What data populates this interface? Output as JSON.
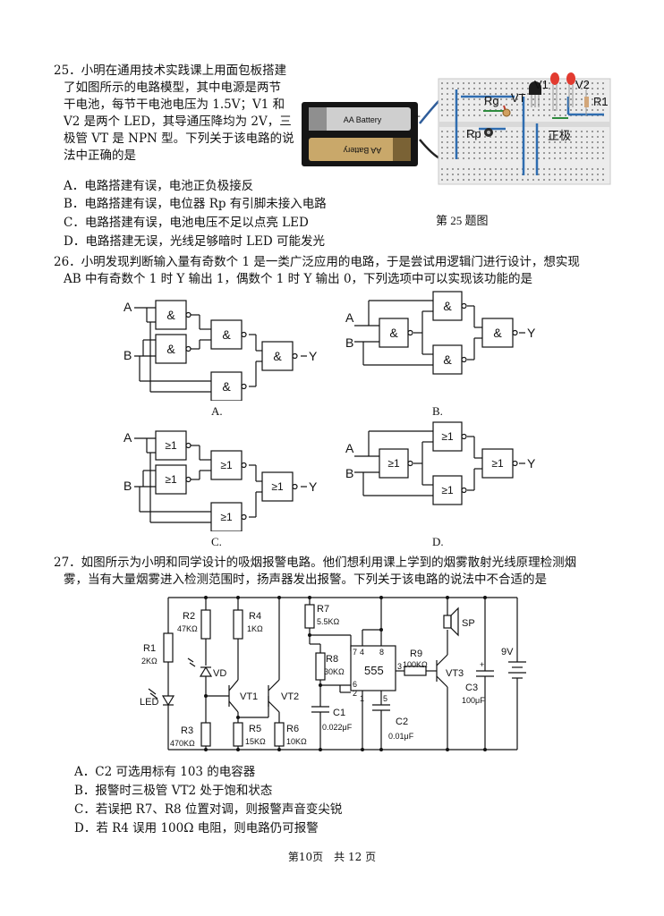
{
  "q25": {
    "lines": [
      "25．小明在通用技术实践课上用面包板搭建",
      "了如图所示的电路模型，其中电源是两节",
      "干电池，每节干电池电压为 1.5V；V1 和",
      "V2 是两个 LED，其导通压降均为 2V，三",
      "极管 VT 是 NPN 型。下列关于该电路的说",
      "法中正确的是"
    ],
    "options": [
      "A．电路搭建有误，电池正负极接反",
      "B．电路搭建有误，电位器 Rp 有引脚未接入电路",
      "C．电路搭建有误，电池电压不足以点亮 LED",
      "D．电路搭建无误，光线足够暗时 LED 可能发光"
    ],
    "figure_caption": "第 25 题图",
    "figure_labels": {
      "battery1": "AA Battery",
      "battery2": "AA Battery",
      "plus": "+",
      "minus": "-",
      "v1": "V1",
      "v2": "V2",
      "vt": "VT",
      "rg": "Rg",
      "r1": "R1",
      "rp": "Rp",
      "pole": "正极"
    }
  },
  "q26": {
    "lines": [
      "26．小明发现判断输入量有奇数个 1 是一类广泛应用的电路，于是尝试用逻辑门进行设计，想实现",
      "AB 中有奇数个 1 时 Y 输出 1，偶数个 1 时 Y 输出 0，下列选项中可以实现该功能的是"
    ],
    "gate_and": "&",
    "gate_or": "≥1",
    "input_a": "A",
    "input_b": "B",
    "output_y": "Y",
    "option_labels": [
      "A.",
      "B.",
      "C.",
      "D."
    ]
  },
  "q27": {
    "lines": [
      "27．如图所示为小明和同学设计的吸烟报警电路。他们想利用课上学到的烟雾散射光线原理检测烟",
      "雾，当有大量烟雾进入检测范围时，扬声器发出报警。下列关于该电路的说法中不合适的是"
    ],
    "labels": {
      "r1": "R1",
      "r1v": "2KΩ",
      "r2": "R2",
      "r2v": "47KΩ",
      "r3": "R3",
      "r3v": "470KΩ",
      "r4": "R4",
      "r4v": "1KΩ",
      "r5": "R5",
      "r5v": "15KΩ",
      "r6": "R6",
      "r6v": "10KΩ",
      "r7": "R7",
      "r7v": "5.5KΩ",
      "r8": "R8",
      "r8v": "30KΩ",
      "r9": "R9",
      "r9v": "100KΩ",
      "c1": "C1",
      "c1v": "0.022μF",
      "c2": "C2",
      "c2v": "0.01μF",
      "c3": "C3",
      "c3v": "100μF",
      "vd": "VD",
      "led": "LED",
      "vt1": "VT1",
      "vt2": "VT2",
      "vt3": "VT3",
      "sp": "SP",
      "ic": "555",
      "bat": "9V",
      "p4": "4",
      "p8": "8",
      "p7": "7",
      "p6": "6",
      "p2": "2",
      "p1": "1",
      "p5": "5",
      "p3": "3",
      "cplus": "+"
    },
    "options": [
      "A．C2 可选用标有 103 的电容器",
      "B．报警时三极管 VT2 处于饱和状态",
      "C．若误把 R7、R8 位置对调，则报警声音变尖锐",
      "D．若 R4 误用 100Ω 电阻，则电路仍可报警"
    ]
  },
  "footer": "第10页　共 12 页"
}
